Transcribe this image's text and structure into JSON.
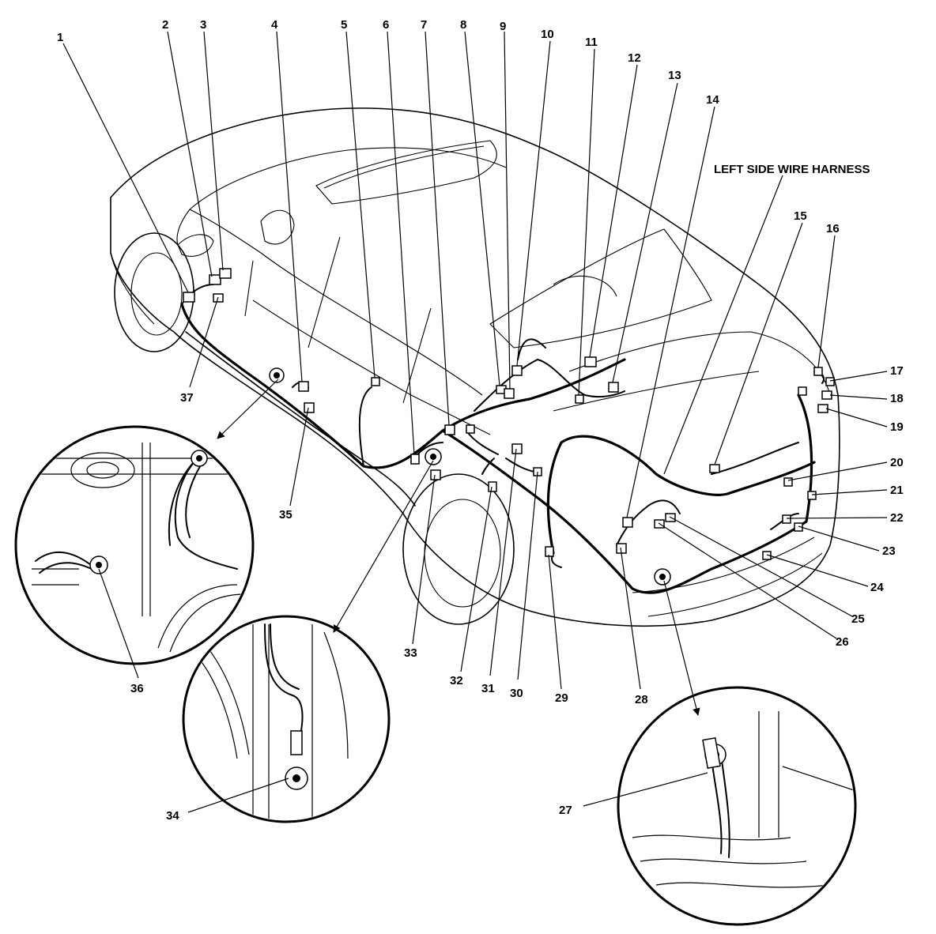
{
  "harness_label": "LEFT SIDE WIRE HARNESS",
  "callouts": [
    {
      "num": "1"
    },
    {
      "num": "2"
    },
    {
      "num": "3"
    },
    {
      "num": "4"
    },
    {
      "num": "5"
    },
    {
      "num": "6"
    },
    {
      "num": "7"
    },
    {
      "num": "8"
    },
    {
      "num": "9"
    },
    {
      "num": "10"
    },
    {
      "num": "11"
    },
    {
      "num": "12"
    },
    {
      "num": "13"
    },
    {
      "num": "14"
    },
    {
      "num": "15"
    },
    {
      "num": "16"
    },
    {
      "num": "17"
    },
    {
      "num": "18"
    },
    {
      "num": "19"
    },
    {
      "num": "20"
    },
    {
      "num": "21"
    },
    {
      "num": "22"
    },
    {
      "num": "23"
    },
    {
      "num": "24"
    },
    {
      "num": "25"
    },
    {
      "num": "26"
    },
    {
      "num": "27"
    },
    {
      "num": "28"
    },
    {
      "num": "29"
    },
    {
      "num": "30"
    },
    {
      "num": "31"
    },
    {
      "num": "32"
    },
    {
      "num": "33"
    },
    {
      "num": "34"
    },
    {
      "num": "35"
    },
    {
      "num": "36"
    },
    {
      "num": "37"
    }
  ],
  "detail_views": [
    {
      "callout": "36"
    },
    {
      "callout": "34"
    },
    {
      "callout": "27"
    }
  ]
}
